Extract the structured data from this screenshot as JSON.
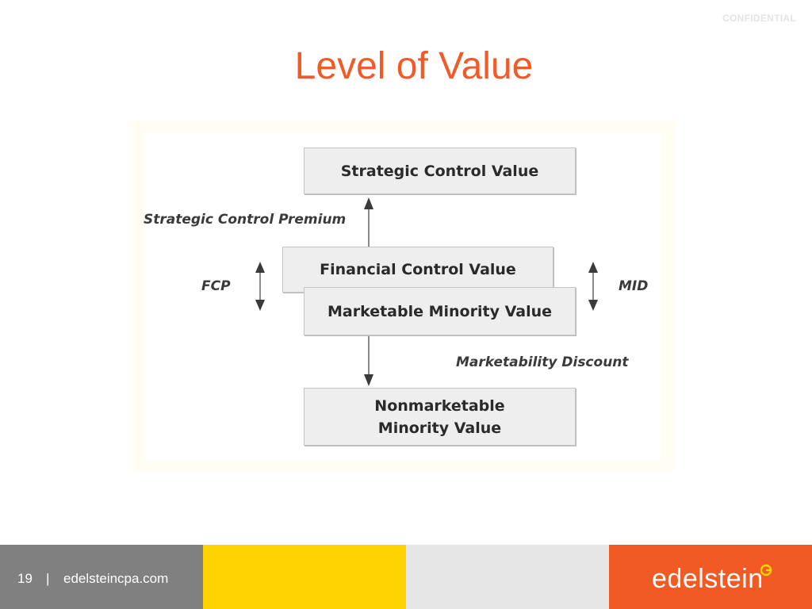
{
  "header": {
    "confidential": "CONFIDENTIAL",
    "title": "Level of Value"
  },
  "diagram": {
    "boxes": {
      "strategic": "Strategic Control Value",
      "financial": "Financial Control Value",
      "marketable": "Marketable Minority Value",
      "nonmarketable": "Nonmarketable\nMinority Value"
    },
    "labels": {
      "strategic_premium": "Strategic Control Premium",
      "fcp": "FCP",
      "mid": "MID",
      "marketability_discount": "Marketability Discount"
    }
  },
  "footer": {
    "page_number": "19",
    "separator": "|",
    "website": "edelsteincpa.com",
    "logo": "edelstein",
    "colors": {
      "gray": "#808080",
      "yellow": "#ffd200",
      "light": "#e6e6e6",
      "orange": "#f15a24"
    }
  }
}
